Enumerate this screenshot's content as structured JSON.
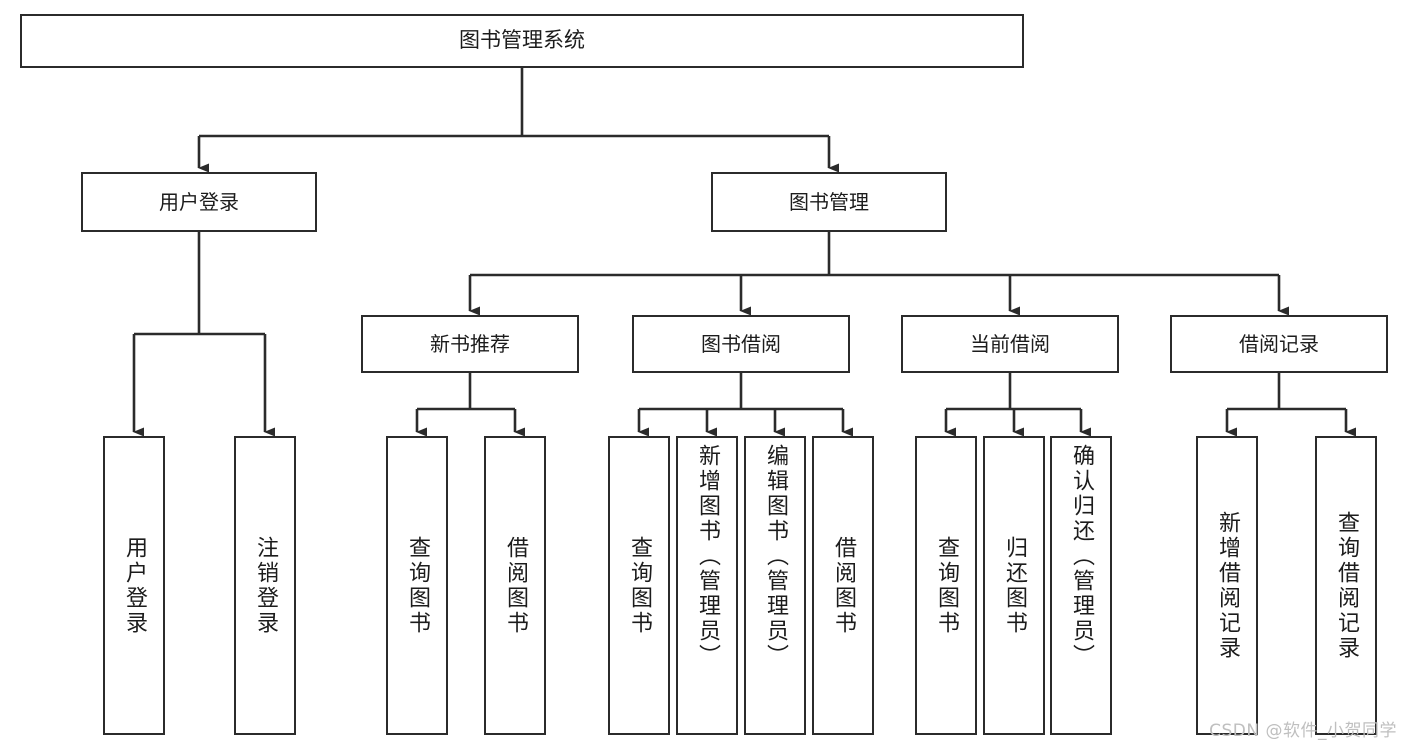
{
  "diagram": {
    "type": "tree",
    "title": "图书管理系统",
    "root": {
      "label": "图书管理系统"
    },
    "level1": [
      {
        "label": "用户登录"
      },
      {
        "label": "图书管理"
      }
    ],
    "level2": [
      {
        "label": "新书推荐"
      },
      {
        "label": "图书借阅"
      },
      {
        "label": "当前借阅"
      },
      {
        "label": "借阅记录"
      }
    ],
    "leaves": {
      "user_login": [
        {
          "label": "用户登录"
        },
        {
          "label": "注销登录"
        }
      ],
      "new_book_rec": [
        {
          "label": "查询图书"
        },
        {
          "label": "借阅图书"
        }
      ],
      "book_borrow": [
        {
          "label": "查询图书"
        },
        {
          "label": "新增图书（管理员）"
        },
        {
          "label": "编辑图书（管理员）"
        },
        {
          "label": "借阅图书"
        }
      ],
      "current_borrow": [
        {
          "label": "查询图书"
        },
        {
          "label": "归还图书"
        },
        {
          "label": "确认归还（管理员）"
        }
      ],
      "borrow_record": [
        {
          "label": "新增借阅记录"
        },
        {
          "label": "查询借阅记录"
        }
      ]
    }
  },
  "watermark": {
    "text": "CSDN @软件_小贺同学"
  },
  "colors": {
    "border": "#2b2b2b",
    "text": "#1c1c1c",
    "background": "#ffffff",
    "watermark": "#bfbfbf"
  }
}
